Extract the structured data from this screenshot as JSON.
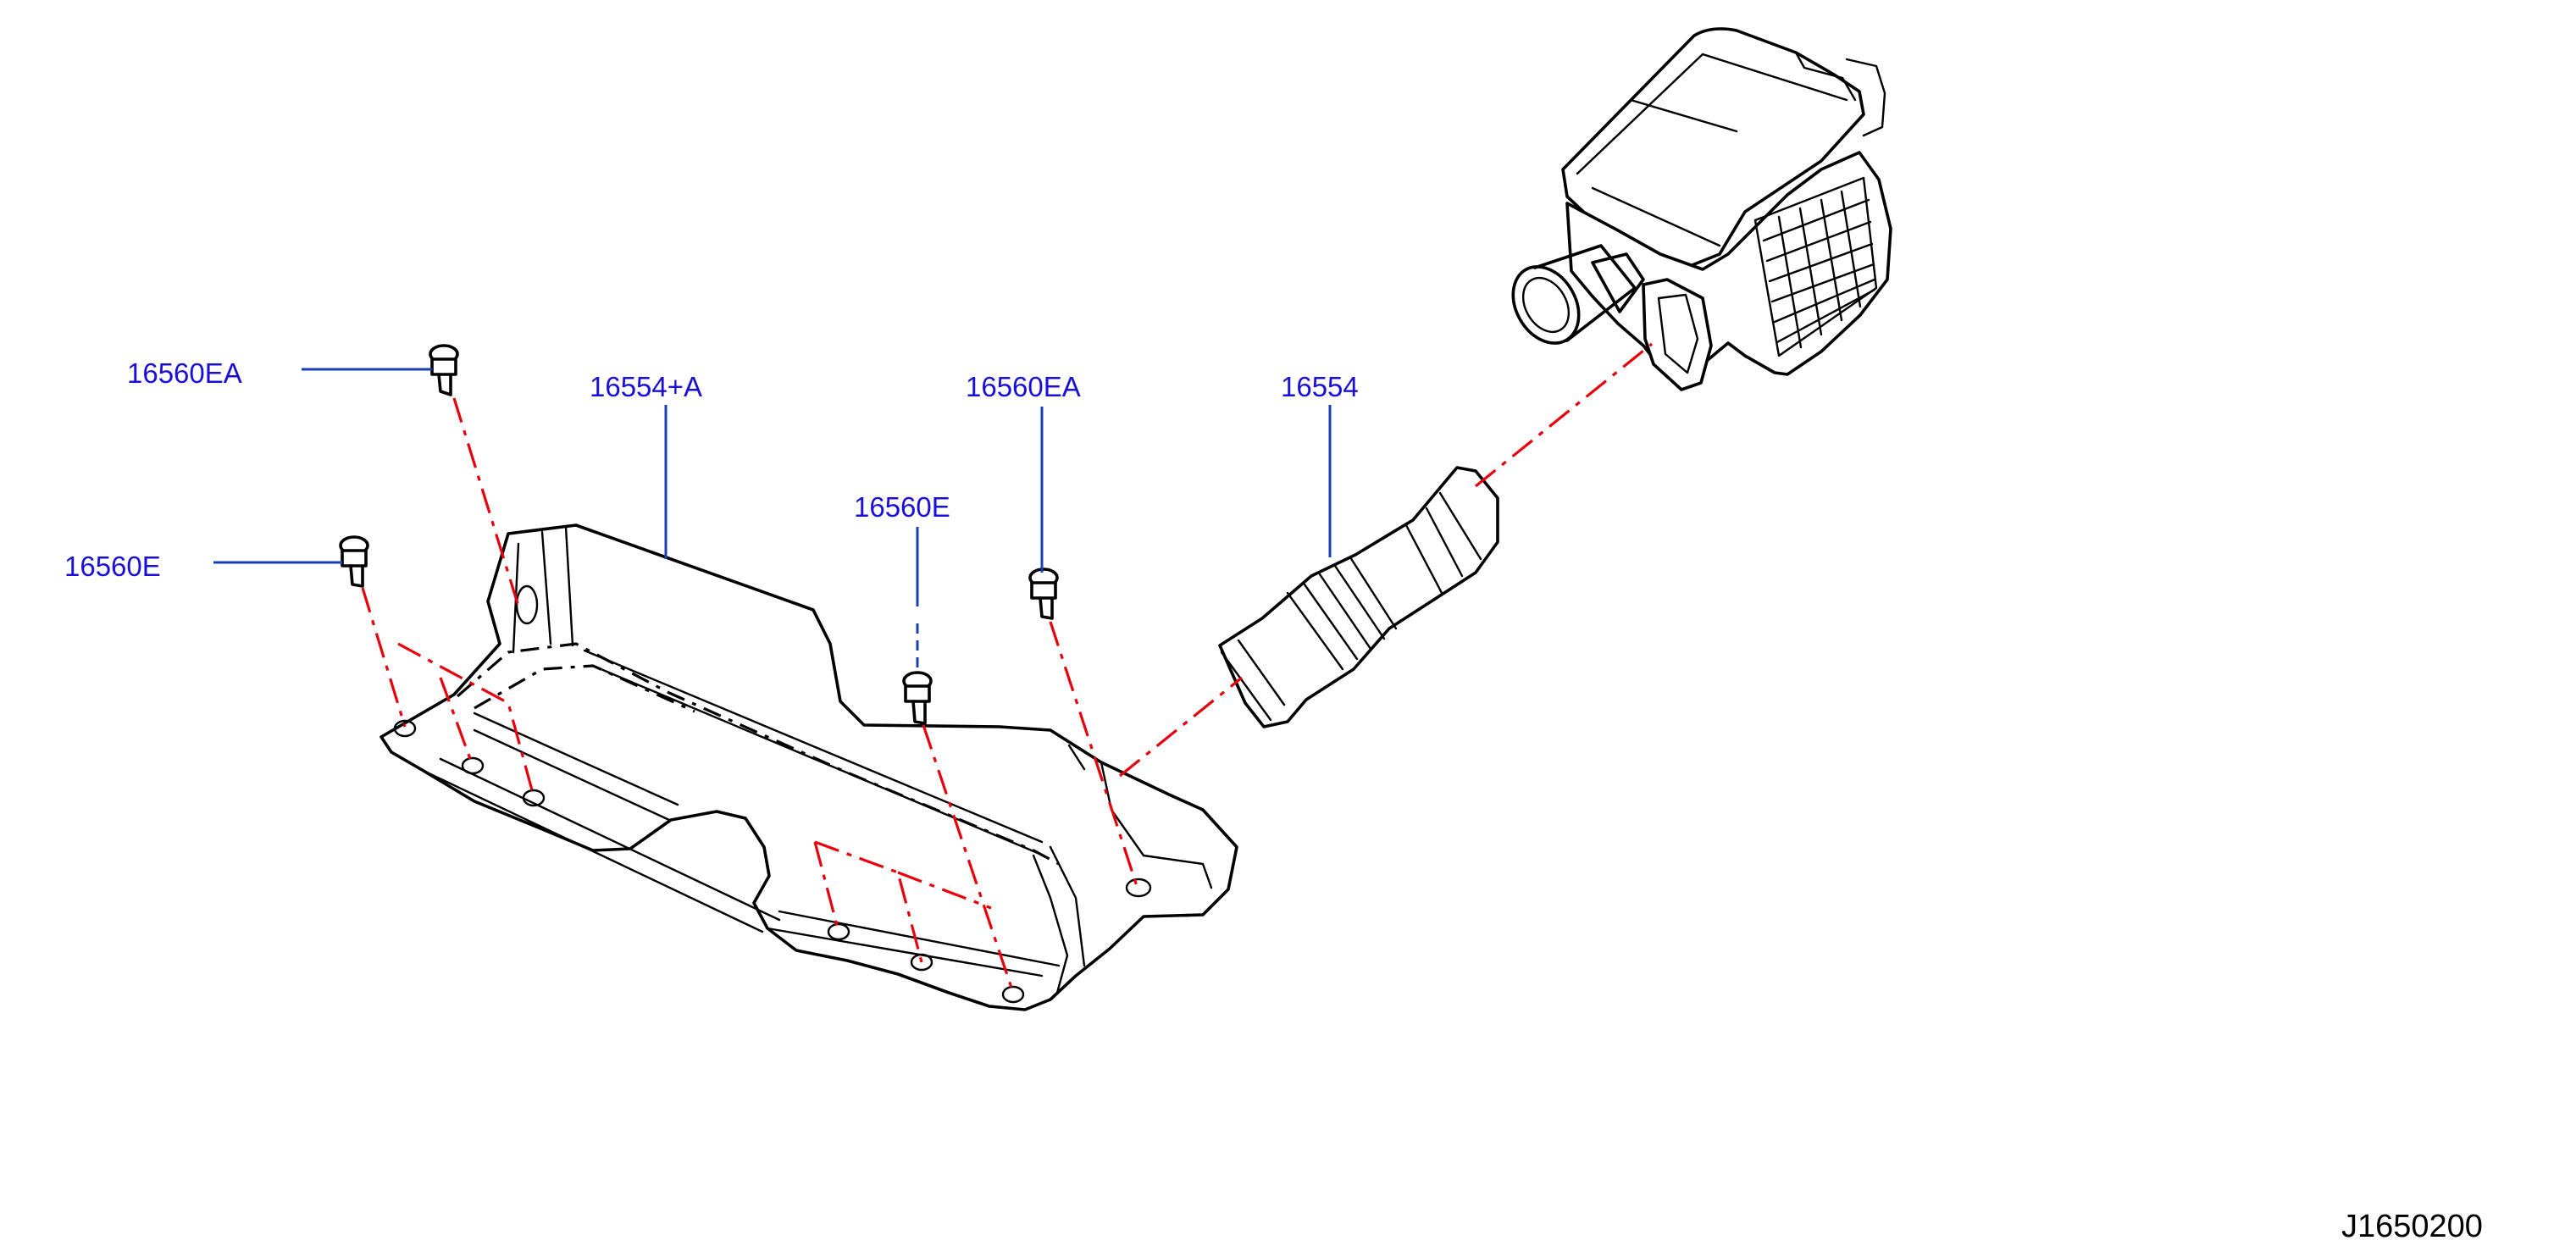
{
  "callouts": {
    "bolt_ea_left": "16560EA",
    "bolt_e_left": "16560E",
    "cover": "16554+A",
    "bolt_e_mid": "16560E",
    "bolt_ea_mid": "16560EA",
    "duct": "16554"
  },
  "figure_code": "J1650200",
  "colors": {
    "callout_text": "#1a0fd6",
    "leader_line": "#1a3fb0",
    "center_line": "#e8000b",
    "outline": "#000000"
  }
}
